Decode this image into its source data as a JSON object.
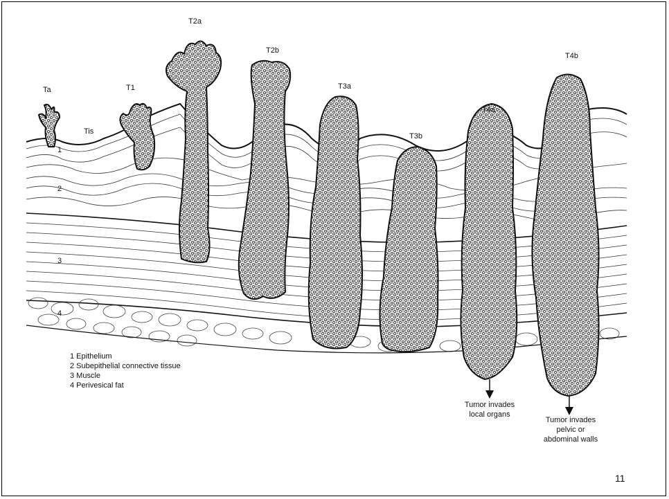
{
  "diagram": {
    "stages": [
      "Ta",
      "Tis",
      "T1",
      "T2a",
      "T2b",
      "T3a",
      "T3b",
      "T4a",
      "T4b"
    ],
    "layer_numbers": [
      "1",
      "2",
      "3",
      "4"
    ],
    "legend": [
      "1 Epithelium",
      "2 Subepithelial connective tissue",
      "3 Muscle",
      "4 Perivesical fat"
    ],
    "notes": {
      "t4a_line1": "Tumor invades",
      "t4a_line2": "local organs",
      "t4b_line1": "Tumor invades",
      "t4b_line2": "pelvic or",
      "t4b_line3": "abdominal walls"
    }
  },
  "page_number": "11"
}
